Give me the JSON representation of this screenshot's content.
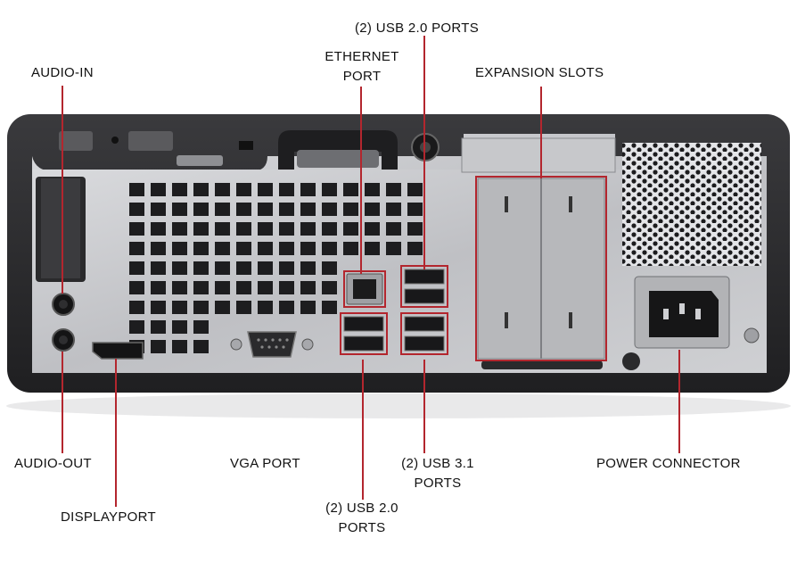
{
  "labels": {
    "usb20_top": "(2) USB 2.0 PORTS",
    "ethernet_line1": "ETHERNET",
    "ethernet_line2": "PORT",
    "audio_in": "AUDIO-IN",
    "expansion_slots": "EXPANSION SLOTS",
    "audio_out": "AUDIO-OUT",
    "vga_port": "VGA PORT",
    "usb31_line1": "(2) USB 3.1",
    "usb31_line2": "PORTS",
    "power_connector": "POWER CONNECTOR",
    "displayport": "DISPLAYPORT",
    "usb20_bottom_line1": "(2) USB 2.0",
    "usb20_bottom_line2": "PORTS"
  },
  "colors": {
    "callout_line": "#b3262e",
    "chassis_dark": "#2b2b2d",
    "panel_silver": "#c8c9cc",
    "label_text": "#111111"
  }
}
